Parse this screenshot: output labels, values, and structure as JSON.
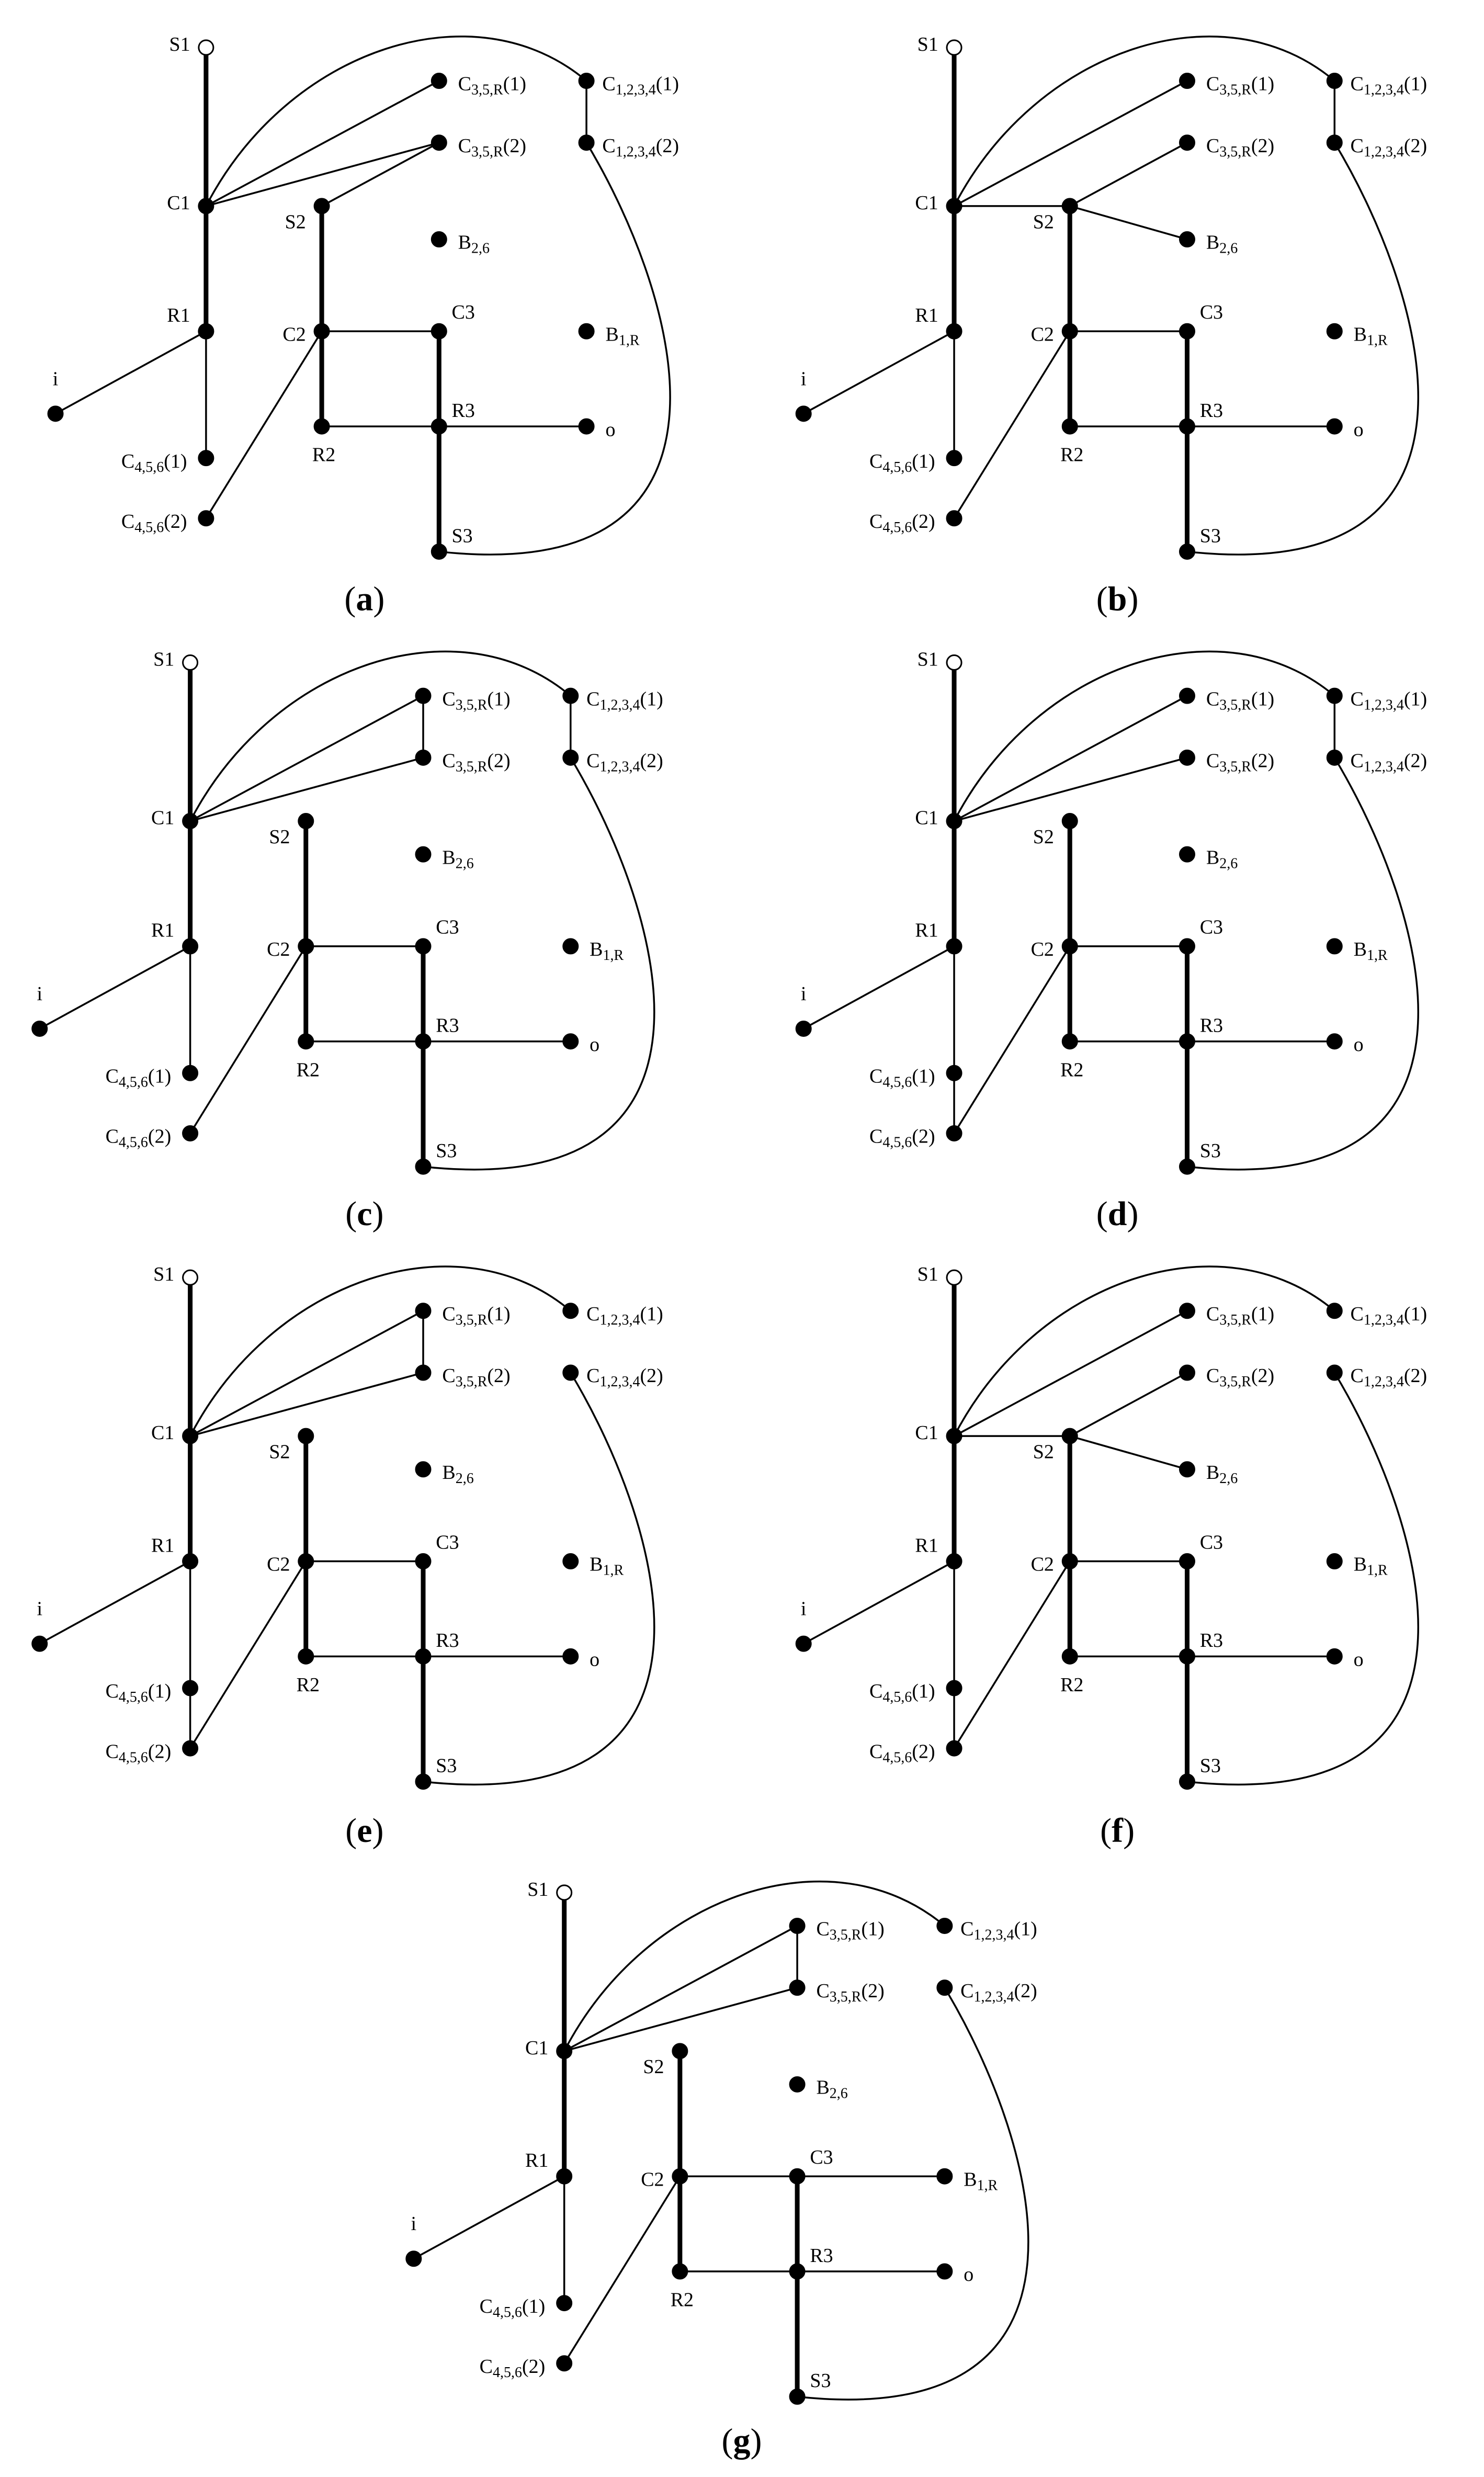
{
  "panels": [
    {
      "id": "a",
      "caption": "a"
    },
    {
      "id": "b",
      "caption": "b"
    },
    {
      "id": "c",
      "caption": "c"
    },
    {
      "id": "d",
      "caption": "d"
    },
    {
      "id": "e",
      "caption": "e"
    },
    {
      "id": "f",
      "caption": "f"
    },
    {
      "id": "g",
      "caption": "g"
    }
  ],
  "node_labels": {
    "S1": "S1",
    "C1": "C1",
    "R1": "R1",
    "i": "i",
    "C456_1": "C4,5,6(1)",
    "C456_2": "C4,5,6(2)",
    "C35R_1": "C3,5,R(1)",
    "C35R_2": "C3,5,R(2)",
    "C1234_1": "C1,2,3,4(1)",
    "C1234_2": "C1,2,3,4(2)",
    "S2": "S2",
    "B26": "B2,6",
    "C2": "C2",
    "C3": "C3",
    "B1R": "B1,R",
    "R2": "R2",
    "R3": "R3",
    "o": "o",
    "S3": "S3"
  },
  "edges": {
    "a": [
      "C1-C35R_1",
      "C1-C35R_2",
      "C35R_2-S2",
      "C1234_1-C1234_2",
      "C1234_2-S3",
      "C1-C1234_1",
      "C2-C456_2"
    ],
    "b": [
      "C1-C35R_1",
      "C1-S2",
      "S2-C35R_2",
      "S2-B26",
      "C1234_1-C1234_2",
      "C1234_2-S3",
      "C1-C1234_1",
      "C2-C456_2"
    ],
    "c": [
      "C1-C35R_1",
      "C1-C35R_2",
      "C35R_1-C35R_2",
      "C1234_1-C1234_2",
      "C1234_2-S3",
      "C1-C1234_1",
      "C2-C456_2"
    ],
    "d": [
      "C1-C35R_1",
      "C1-C35R_2",
      "C1234_1-C1234_2",
      "C1234_2-S3",
      "C1-C1234_1",
      "C2-C456_2",
      "C456_1-C456_2"
    ],
    "e": [
      "C1-C35R_1",
      "C1-C35R_2",
      "C35R_1-C35R_2",
      "C1234_2-S3",
      "C1-C1234_1",
      "C2-C456_2",
      "C456_1-C456_2"
    ],
    "f": [
      "C1-C35R_1",
      "C1-S2",
      "S2-C35R_2",
      "S2-B26",
      "C1234_2-S3",
      "C1-C1234_1",
      "C2-C456_2",
      "C456_1-C456_2"
    ],
    "g": [
      "C1-C35R_1",
      "C1-C35R_2",
      "C35R_1-C35R_2",
      "C1234_2-S3",
      "C1-C1234_1",
      "C2-C456_2",
      "C2-B1R"
    ]
  }
}
